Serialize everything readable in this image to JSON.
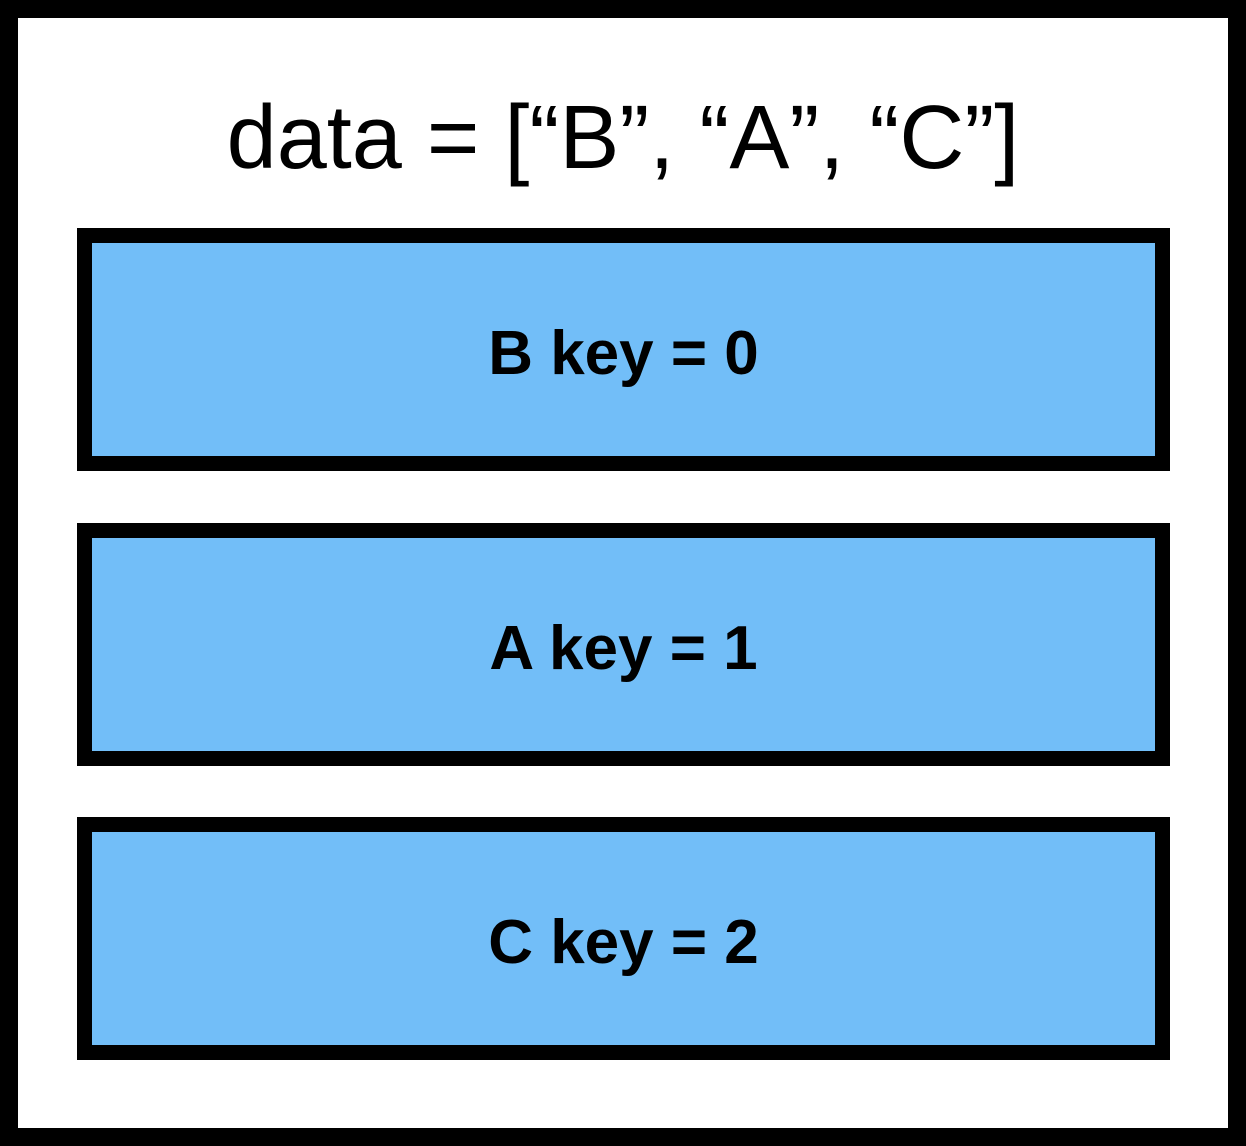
{
  "diagram": {
    "title": "data = [“B”, “A”, “C”]",
    "boxes": [
      {
        "label": "B key = 0"
      },
      {
        "label": "A key = 1"
      },
      {
        "label": "C key = 2"
      }
    ],
    "colors": {
      "box_fill": "#72BEF8",
      "box_border": "#000000",
      "frame_border": "#000000",
      "background": "#FFFFFF",
      "text": "#000000"
    }
  }
}
